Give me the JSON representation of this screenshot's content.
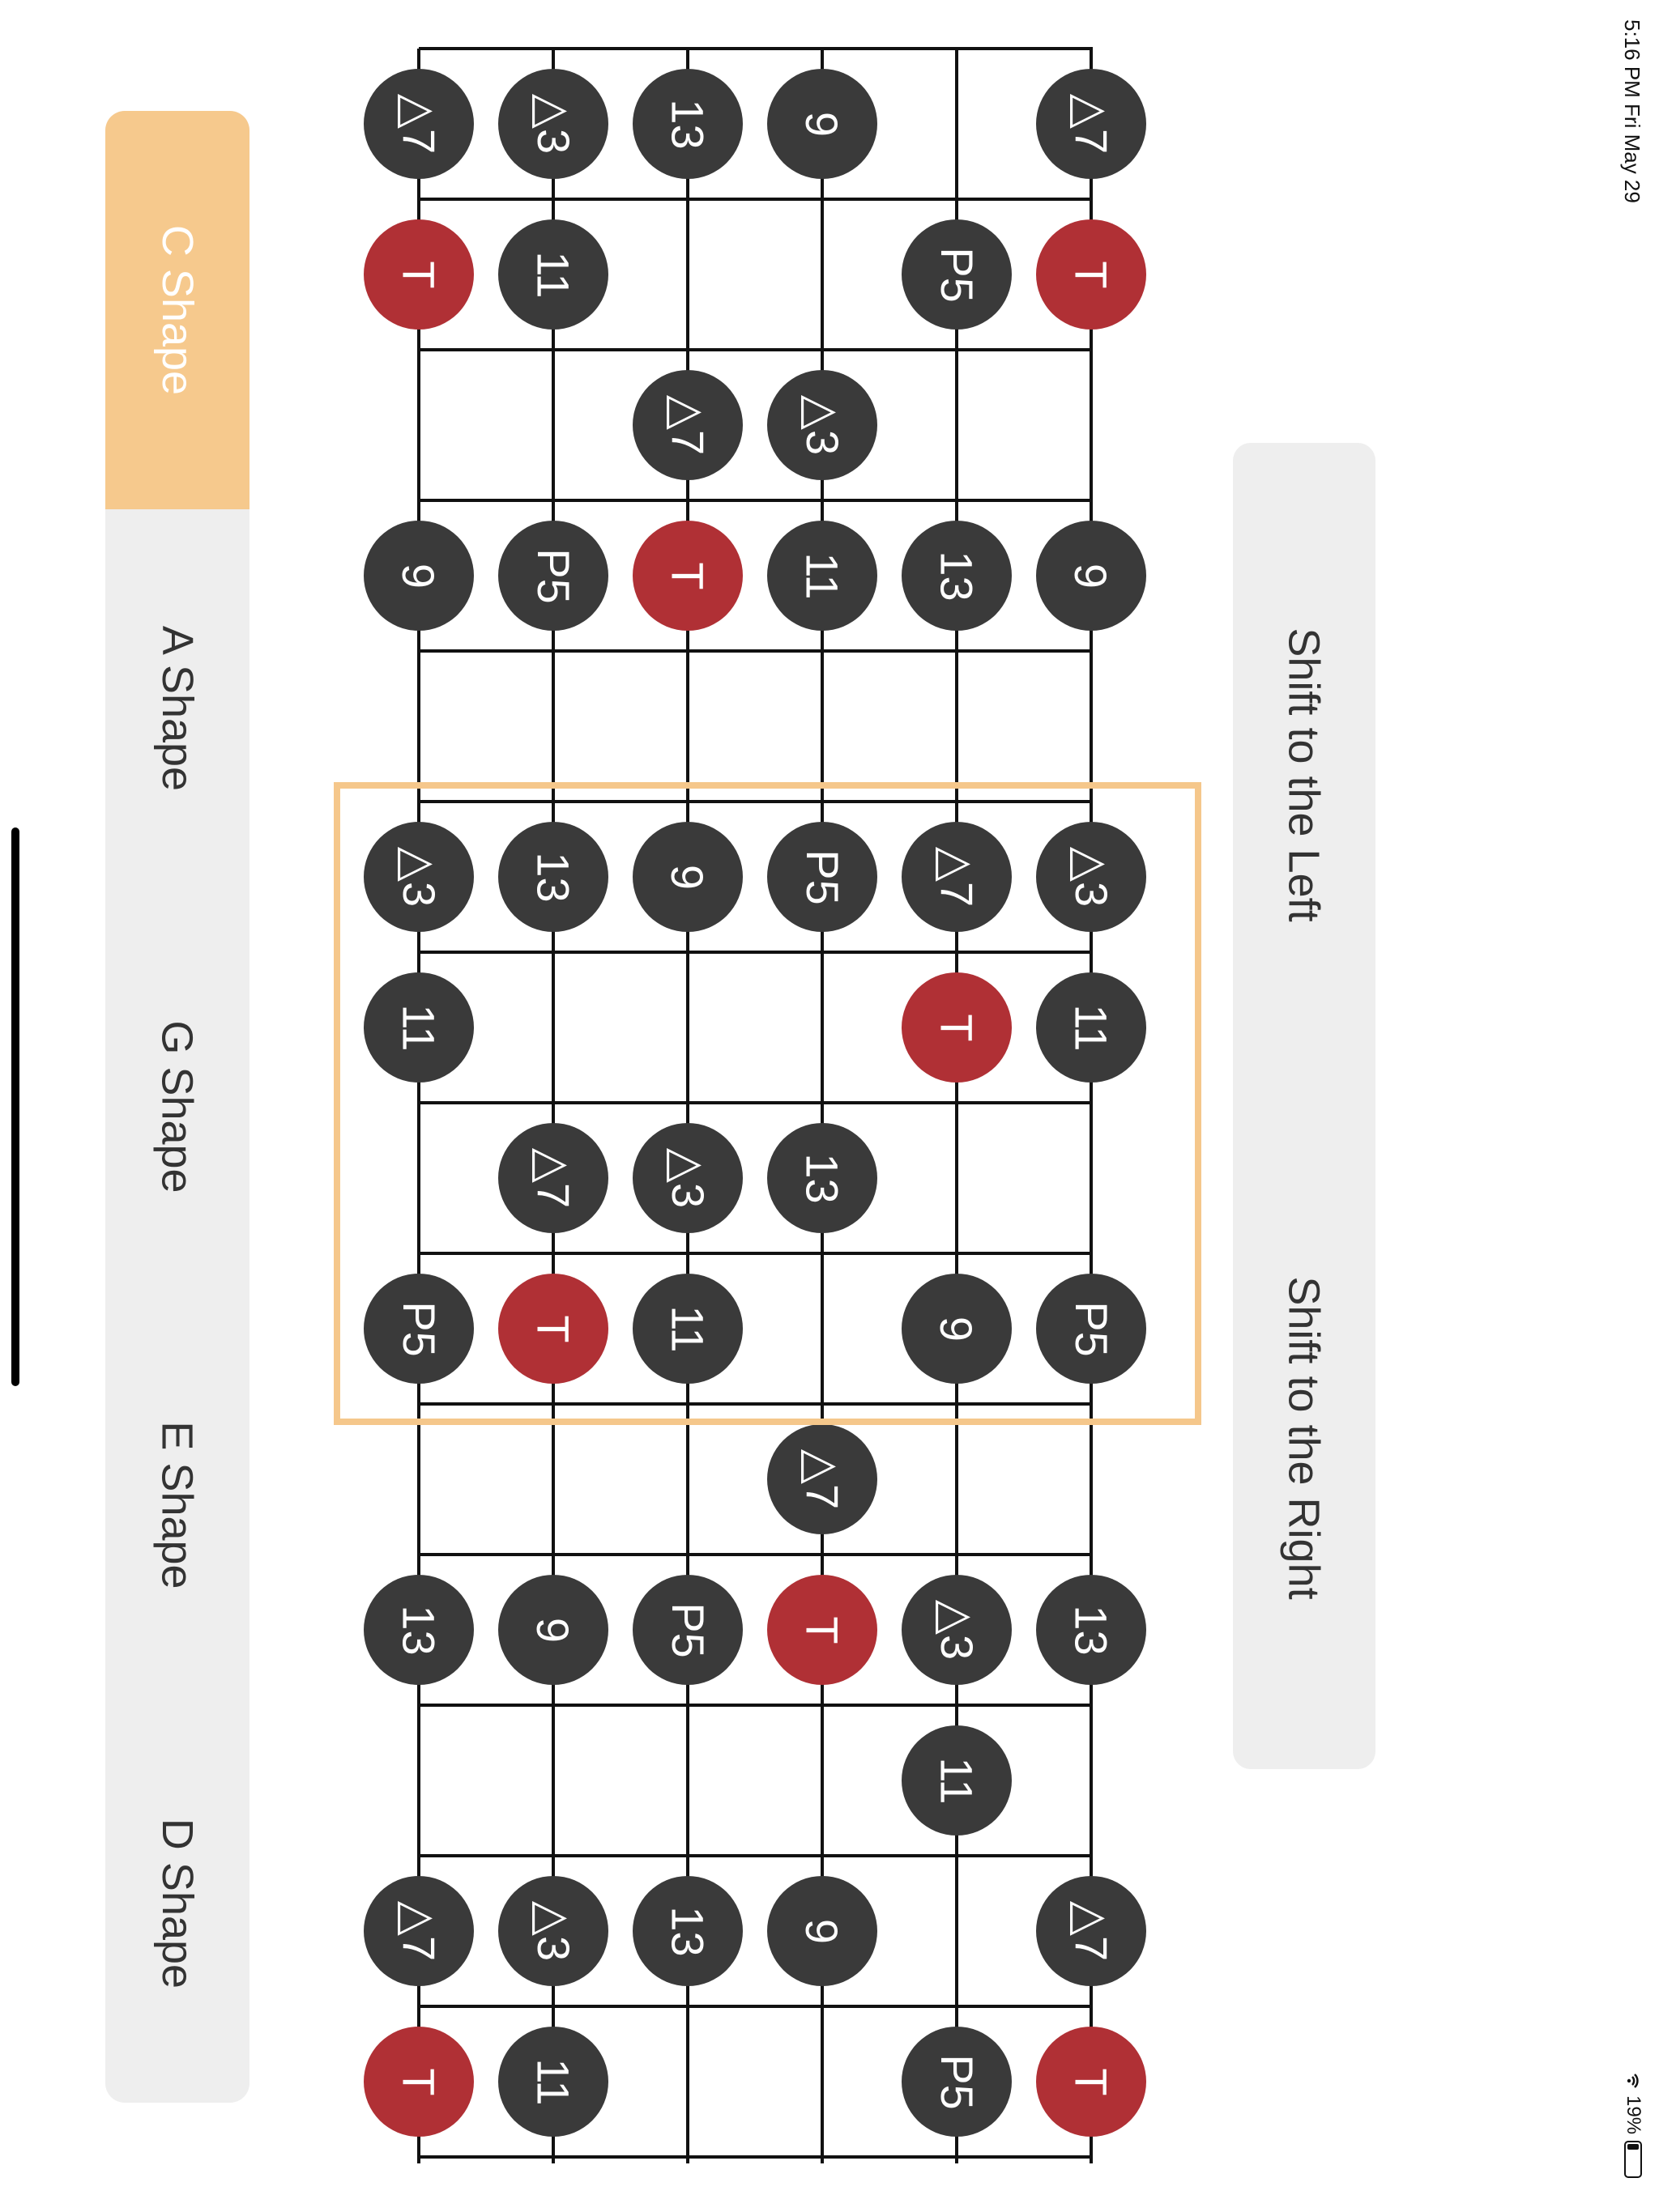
{
  "status_bar": {
    "time": "5:16 PM   Fri May 29",
    "battery": "19%"
  },
  "shapes": [
    {
      "label": "C Shape",
      "active": true
    },
    {
      "label": "A Shape",
      "active": false
    },
    {
      "label": "G Shape",
      "active": false
    },
    {
      "label": "E Shape",
      "active": false
    },
    {
      "label": "D Shape",
      "active": false
    }
  ],
  "shift": {
    "left_label": "Shift to the Left",
    "right_label": "Shift to the Right"
  },
  "fretboard": {
    "strings": 6,
    "frets": 14,
    "notes": [
      {
        "s": 1,
        "f": 1,
        "label": "△7"
      },
      {
        "s": 2,
        "f": 1,
        "label": "△3"
      },
      {
        "s": 3,
        "f": 1,
        "label": "13"
      },
      {
        "s": 4,
        "f": 1,
        "label": "9"
      },
      {
        "s": 6,
        "f": 1,
        "label": "△7"
      },
      {
        "s": 1,
        "f": 2,
        "label": "T",
        "tonic": true
      },
      {
        "s": 2,
        "f": 2,
        "label": "11"
      },
      {
        "s": 5,
        "f": 2,
        "label": "P5"
      },
      {
        "s": 6,
        "f": 2,
        "label": "T",
        "tonic": true
      },
      {
        "s": 3,
        "f": 3,
        "label": "△7"
      },
      {
        "s": 4,
        "f": 3,
        "label": "△3"
      },
      {
        "s": 1,
        "f": 4,
        "label": "9"
      },
      {
        "s": 2,
        "f": 4,
        "label": "P5"
      },
      {
        "s": 3,
        "f": 4,
        "label": "T",
        "tonic": true
      },
      {
        "s": 4,
        "f": 4,
        "label": "11"
      },
      {
        "s": 5,
        "f": 4,
        "label": "13"
      },
      {
        "s": 6,
        "f": 4,
        "label": "9"
      },
      {
        "s": 1,
        "f": 6,
        "label": "△3"
      },
      {
        "s": 2,
        "f": 6,
        "label": "13"
      },
      {
        "s": 3,
        "f": 6,
        "label": "9"
      },
      {
        "s": 4,
        "f": 6,
        "label": "P5"
      },
      {
        "s": 5,
        "f": 6,
        "label": "△7"
      },
      {
        "s": 6,
        "f": 6,
        "label": "△3"
      },
      {
        "s": 1,
        "f": 7,
        "label": "11"
      },
      {
        "s": 5,
        "f": 7,
        "label": "T",
        "tonic": true
      },
      {
        "s": 6,
        "f": 7,
        "label": "11"
      },
      {
        "s": 2,
        "f": 8,
        "label": "△7"
      },
      {
        "s": 3,
        "f": 8,
        "label": "△3"
      },
      {
        "s": 4,
        "f": 8,
        "label": "13"
      },
      {
        "s": 1,
        "f": 9,
        "label": "P5"
      },
      {
        "s": 2,
        "f": 9,
        "label": "T",
        "tonic": true
      },
      {
        "s": 3,
        "f": 9,
        "label": "11"
      },
      {
        "s": 5,
        "f": 9,
        "label": "9"
      },
      {
        "s": 6,
        "f": 9,
        "label": "P5"
      },
      {
        "s": 4,
        "f": 10,
        "label": "△7"
      },
      {
        "s": 1,
        "f": 11,
        "label": "13"
      },
      {
        "s": 2,
        "f": 11,
        "label": "9"
      },
      {
        "s": 3,
        "f": 11,
        "label": "P5"
      },
      {
        "s": 4,
        "f": 11,
        "label": "T",
        "tonic": true
      },
      {
        "s": 5,
        "f": 11,
        "label": "△3"
      },
      {
        "s": 6,
        "f": 11,
        "label": "13"
      },
      {
        "s": 5,
        "f": 12,
        "label": "11"
      },
      {
        "s": 1,
        "f": 13,
        "label": "△7"
      },
      {
        "s": 2,
        "f": 13,
        "label": "△3"
      },
      {
        "s": 3,
        "f": 13,
        "label": "13"
      },
      {
        "s": 4,
        "f": 13,
        "label": "9"
      },
      {
        "s": 6,
        "f": 13,
        "label": "△7"
      },
      {
        "s": 1,
        "f": 14,
        "label": "T",
        "tonic": true
      },
      {
        "s": 2,
        "f": 14,
        "label": "11"
      },
      {
        "s": 5,
        "f": 14,
        "label": "P5"
      },
      {
        "s": 6,
        "f": 14,
        "label": "T",
        "tonic": true
      }
    ]
  },
  "colors": {
    "accent": "#f6c98d",
    "tonic": "#b03035",
    "note": "#3a3a3a",
    "panel": "#eeeeee"
  }
}
